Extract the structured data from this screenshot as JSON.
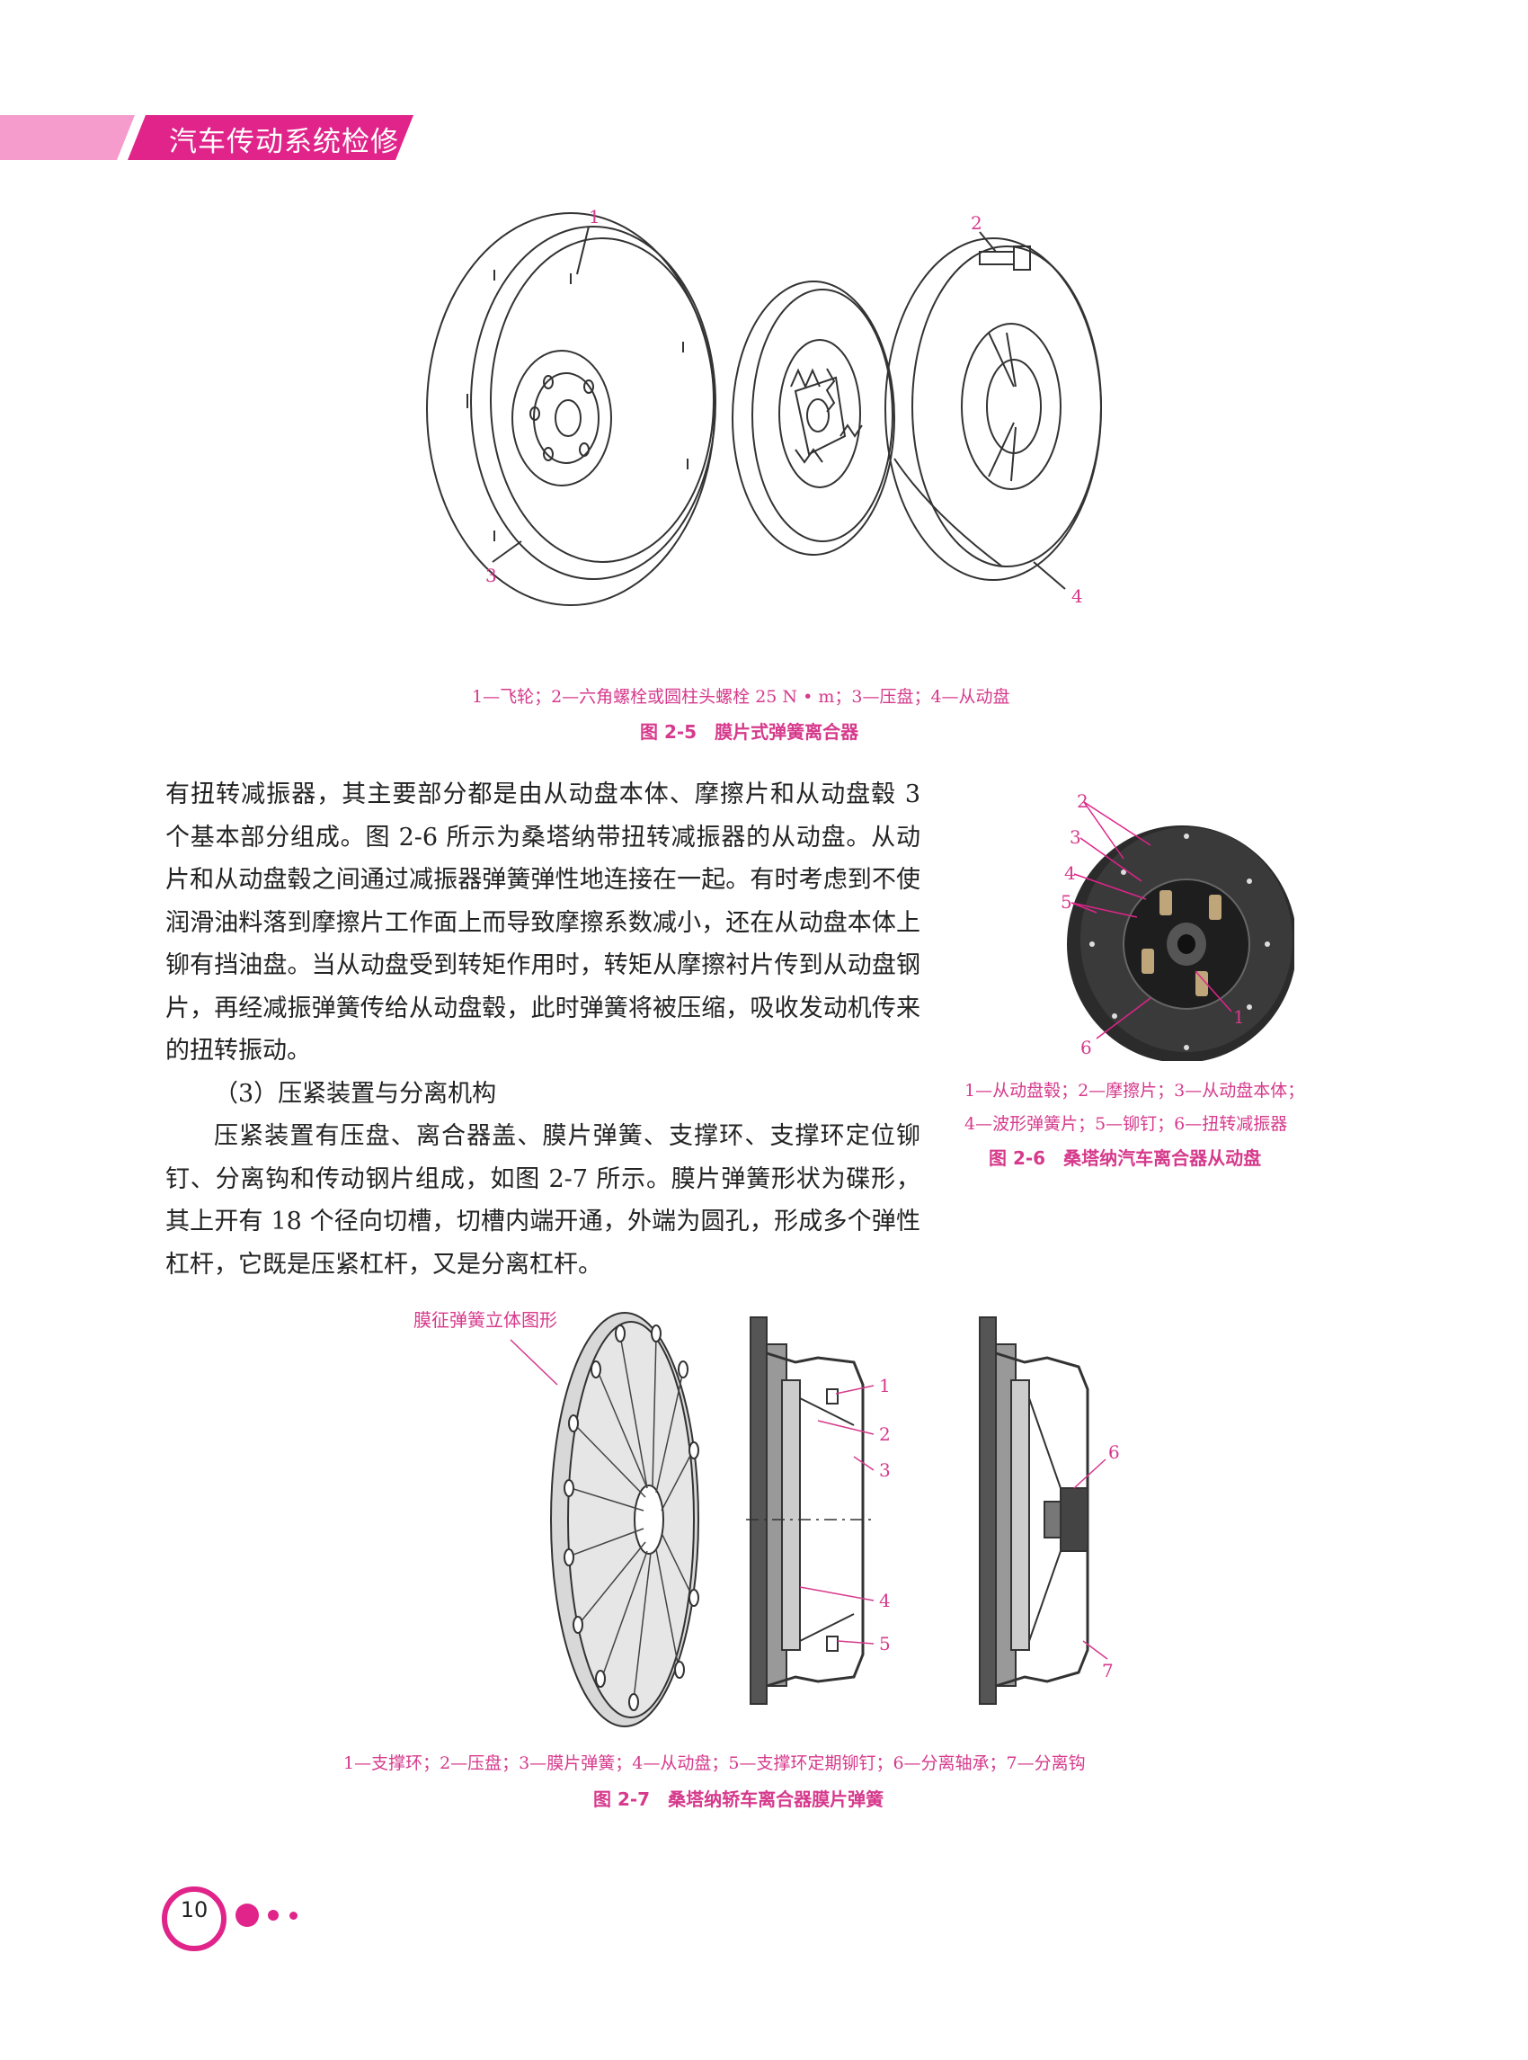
{
  "header": {
    "title": "汽车传动系统检修"
  },
  "figure_2_5": {
    "callouts": [
      "1",
      "2",
      "3",
      "4"
    ],
    "legend": "1—飞轮；2—六角螺栓或圆柱头螺栓 25 N • m；3—压盘；4—从动盘",
    "title": "图 2-5　膜片式弹簧离合器"
  },
  "body": {
    "paragraphs": [
      "有扭转减振器，其主要部分都是由从动盘本体、摩擦片和从动盘毂 3 个基本部分组成。图 2-6 所示为桑塔纳带扭转减振器的从动盘。从动片和从动盘毂之间通过减振器弹簧弹性地连接在一起。有时考虑到不使润滑油料落到摩擦片工作面上而导致摩擦系数减小，还在从动盘本体上铆有挡油盘。当从动盘受到转矩作用时，转矩从摩擦衬片传到从动盘钢片，再经减振弹簧传给从动盘毂，此时弹簧将被压缩，吸收发动机传来的扭转振动。",
      "（3）压紧装置与分离机构",
      "压紧装置有压盘、离合器盖、膜片弹簧、支撑环、支撑环定位铆钉、分离钩和传动钢片组成，如图 2-7 所示。膜片弹簧形状为碟形，其上开有 18 个径向切槽，切槽内端开通，外端为圆孔，形成多个弹性杠杆，它既是压紧杠杆，又是分离杠杆。"
    ]
  },
  "figure_2_6": {
    "callouts": [
      "2",
      "3",
      "4",
      "5",
      "1",
      "6"
    ],
    "legend_line1": "1—从动盘毂；2—摩擦片；3—从动盘本体；",
    "legend_line2": "4—波形弹簧片；5—铆钉；6—扭转减振器",
    "title": "图 2-6　桑塔纳汽车离合器从动盘"
  },
  "figure_2_7": {
    "label_3d": "膜征弹簧立体图形",
    "callouts": [
      "1",
      "2",
      "3",
      "4",
      "5",
      "6",
      "7"
    ],
    "legend": "1—支撑环；2—压盘；3—膜片弹簧；4—从动盘；5—支撑环定期铆钉；6—分离轴承；7—分离钩",
    "title": "图 2-7　桑塔纳轿车离合器膜片弹簧"
  },
  "footer": {
    "page_number": "10"
  },
  "colors": {
    "accent": "#e0248a",
    "caption": "#d63a8c",
    "band_light": "#f59ccd"
  }
}
